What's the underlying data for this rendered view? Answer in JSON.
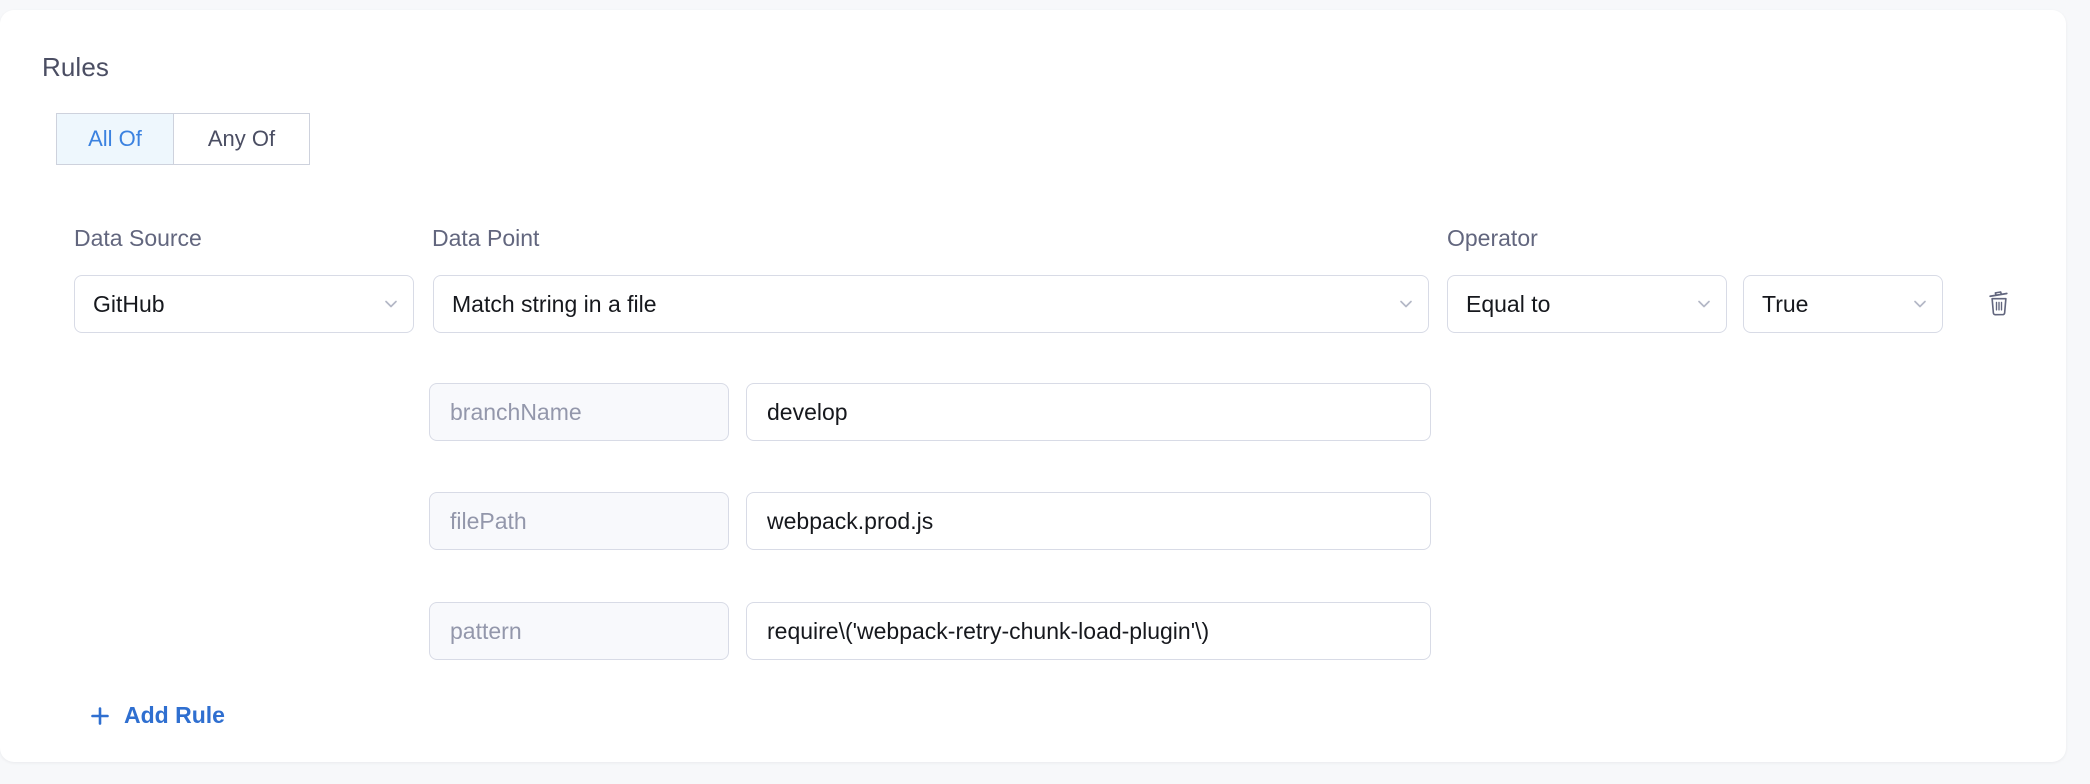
{
  "panel": {
    "title": "Rules",
    "match_mode": {
      "selected": "All Of",
      "options": [
        {
          "label": "All Of",
          "active": true
        },
        {
          "label": "Any Of",
          "active": false
        }
      ]
    },
    "columns": {
      "data_source": "Data Source",
      "data_point": "Data Point",
      "operator": "Operator"
    },
    "rule": {
      "data_source": "GitHub",
      "data_point": "Match string in a file",
      "operator": "Equal to",
      "operator_value": "True",
      "delete_icon": "trash-icon",
      "chevron_icon": "chevron-down-icon",
      "parameters": [
        {
          "key": "branchName",
          "value": "develop"
        },
        {
          "key": "filePath",
          "value": "webpack.prod.js"
        },
        {
          "key": "pattern",
          "value": "require\\('webpack-retry-chunk-load-plugin'\\)"
        }
      ]
    },
    "add_rule": {
      "label": "Add Rule",
      "icon": "plus-icon"
    }
  },
  "colors": {
    "accent": "#3b82e0",
    "accent_strong": "#2f6fd0",
    "toggle_active_bg": "#eef7fd",
    "border": "#d8dbe6",
    "label_text": "#62667e",
    "placeholder_text": "#9397ab",
    "page_bg": "#f7f8fa",
    "card_bg": "#ffffff"
  }
}
